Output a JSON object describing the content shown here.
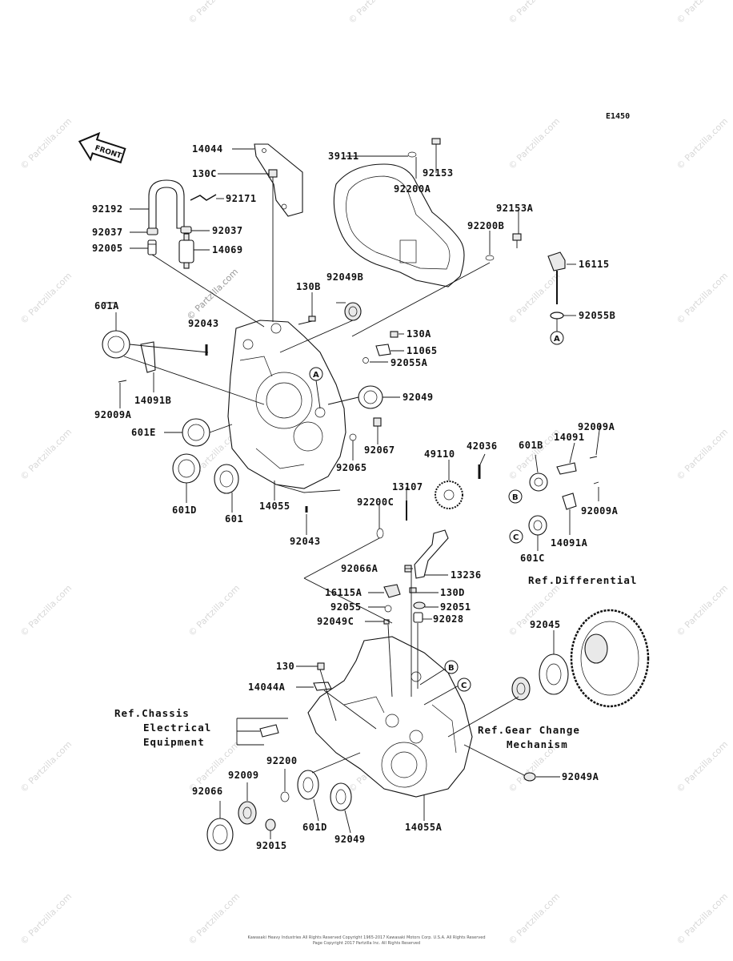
{
  "diagram": {
    "code": "E1450",
    "front_label": "FRONT",
    "watermark": "© Partzilla.com",
    "center_watermark": "© Partzilla.com",
    "footer_lines": [
      "Kawasaki Heavy Industries All Rights Reserved Copyright 1965-2017 Kawasaki Motors Corp. U.S.A. All Rights Reserved",
      "Page Copyright 2017 Partzilla Inc. All Rights Reserved"
    ]
  },
  "part_labels": [
    {
      "id": "14044",
      "text": "14044"
    },
    {
      "id": "130c",
      "text": "130C"
    },
    {
      "id": "92171",
      "text": "92171"
    },
    {
      "id": "92192",
      "text": "92192"
    },
    {
      "id": "92037-a",
      "text": "92037"
    },
    {
      "id": "92037-b",
      "text": "92037"
    },
    {
      "id": "92005",
      "text": "92005"
    },
    {
      "id": "14069",
      "text": "14069"
    },
    {
      "id": "39111",
      "text": "39111"
    },
    {
      "id": "92153",
      "text": "92153"
    },
    {
      "id": "92200a",
      "text": "92200A"
    },
    {
      "id": "92153a",
      "text": "92153A"
    },
    {
      "id": "92200b",
      "text": "92200B"
    },
    {
      "id": "16115",
      "text": "16115"
    },
    {
      "id": "92055b",
      "text": "92055B"
    },
    {
      "id": "130b",
      "text": "130B"
    },
    {
      "id": "92049b",
      "text": "92049B"
    },
    {
      "id": "92043-a",
      "text": "92043"
    },
    {
      "id": "601a",
      "text": "601A"
    },
    {
      "id": "130a",
      "text": "130A"
    },
    {
      "id": "11065",
      "text": "11065"
    },
    {
      "id": "92055a",
      "text": "92055A"
    },
    {
      "id": "92049-a",
      "text": "92049"
    },
    {
      "id": "14091b",
      "text": "14091B"
    },
    {
      "id": "92009a-a",
      "text": "92009A"
    },
    {
      "id": "601e",
      "text": "601E"
    },
    {
      "id": "92067",
      "text": "92067"
    },
    {
      "id": "92065",
      "text": "92065"
    },
    {
      "id": "601d-a",
      "text": "601D"
    },
    {
      "id": "601",
      "text": "601"
    },
    {
      "id": "14055",
      "text": "14055"
    },
    {
      "id": "92043-b",
      "text": "92043"
    },
    {
      "id": "42036",
      "text": "42036"
    },
    {
      "id": "49110",
      "text": "49110"
    },
    {
      "id": "601b",
      "text": "601B"
    },
    {
      "id": "14091",
      "text": "14091"
    },
    {
      "id": "92009a-b",
      "text": "92009A"
    },
    {
      "id": "13107",
      "text": "13107"
    },
    {
      "id": "92200c",
      "text": "92200C"
    },
    {
      "id": "92009a-c",
      "text": "92009A"
    },
    {
      "id": "14091a",
      "text": "14091A"
    },
    {
      "id": "601c",
      "text": "601C"
    },
    {
      "id": "92066a",
      "text": "92066A"
    },
    {
      "id": "13236",
      "text": "13236"
    },
    {
      "id": "16115a",
      "text": "16115A"
    },
    {
      "id": "130d",
      "text": "130D"
    },
    {
      "id": "92055",
      "text": "92055"
    },
    {
      "id": "92051",
      "text": "92051"
    },
    {
      "id": "92049c",
      "text": "92049C"
    },
    {
      "id": "92028",
      "text": "92028"
    },
    {
      "id": "130",
      "text": "130"
    },
    {
      "id": "14044a",
      "text": "14044A"
    },
    {
      "id": "92045",
      "text": "92045"
    },
    {
      "id": "92200",
      "text": "92200"
    },
    {
      "id": "92009",
      "text": "92009"
    },
    {
      "id": "92066",
      "text": "92066"
    },
    {
      "id": "92015",
      "text": "92015"
    },
    {
      "id": "601d-b",
      "text": "601D"
    },
    {
      "id": "92049-b",
      "text": "92049"
    },
    {
      "id": "14055a",
      "text": "14055A"
    },
    {
      "id": "92049a",
      "text": "92049A"
    }
  ],
  "reference_labels": {
    "ref_differential": "Ref.Differential",
    "ref_chassis_1": "Ref.Chassis",
    "ref_chassis_2": "Electrical",
    "ref_chassis_3": "Equipment",
    "ref_gear_1": "Ref.Gear Change",
    "ref_gear_2": "Mechanism"
  },
  "callouts": {
    "a1": "A",
    "a2": "A",
    "b1": "B",
    "b2": "B",
    "c1": "C",
    "c2": "C"
  }
}
